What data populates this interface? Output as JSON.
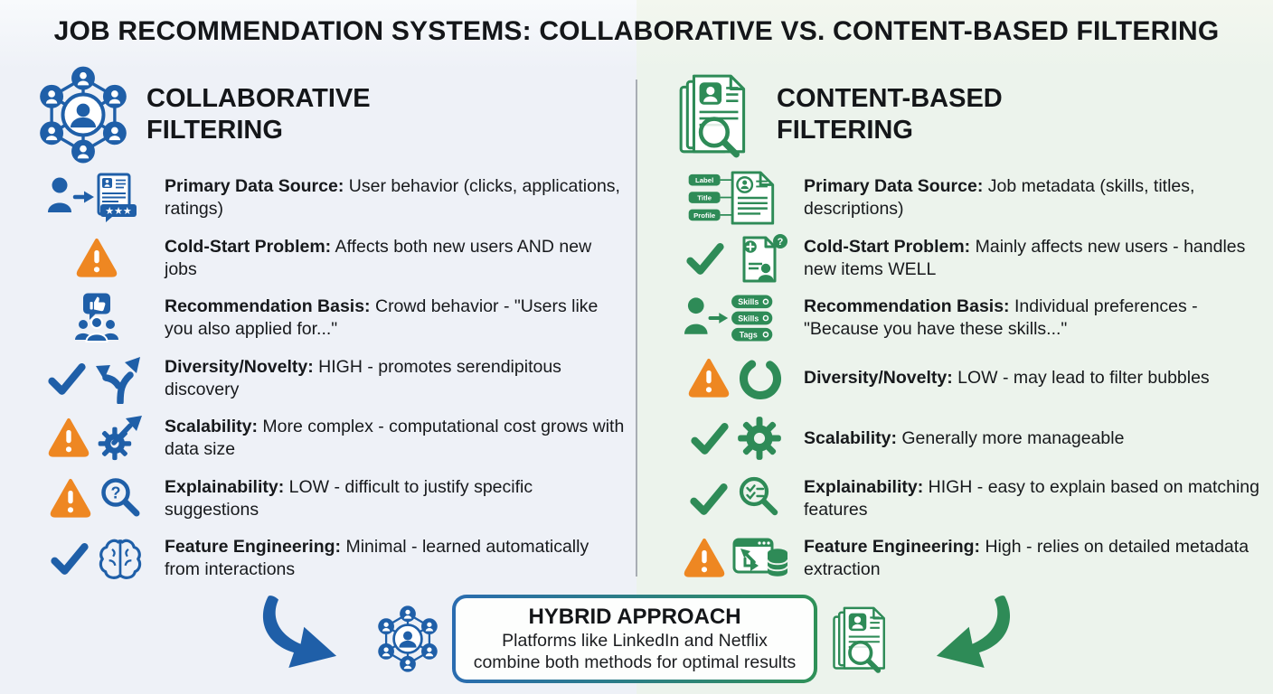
{
  "title": "JOB RECOMMENDATION SYSTEMS: COLLABORATIVE VS. CONTENT-BASED FILTERING",
  "colors": {
    "blue": "#1f5fa8",
    "green": "#2e8b57",
    "orange": "#ee8722",
    "left_bg": "#eef1f7",
    "right_bg": "#ecf3ec",
    "text": "#17191c",
    "gradient_left": "#2a6cb0",
    "gradient_right": "#2f9158"
  },
  "columns": [
    {
      "id": "collaborative",
      "title_line1": "COLLABORATIVE",
      "title_line2": "FILTERING",
      "header_icon": "network-people",
      "accent": "#1f5fa8",
      "rows": [
        {
          "label": "Primary Data Source:",
          "text": " User behavior (clicks, applications, ratings)",
          "icons": [
            "user-to-review-document"
          ]
        },
        {
          "label": "Cold-Start Problem:",
          "text": " Affects both new users AND new jobs",
          "icons": [
            "warning-triangle"
          ]
        },
        {
          "label": "Recommendation Basis:",
          "text": " Crowd behavior - \"Users like you also applied for...\"",
          "icons": [
            "crowd-thumbs-up"
          ]
        },
        {
          "label": "Diversity/Novelty:",
          "text": " HIGH - promotes serendipitous discovery",
          "icons": [
            "checkmark",
            "branching-arrows"
          ]
        },
        {
          "label": "Scalability:",
          "text": " More complex - computational cost grows with data size",
          "icons": [
            "warning-triangle",
            "gear-arrow"
          ]
        },
        {
          "label": "Explainability:",
          "text": " LOW - difficult to justify specific suggestions",
          "icons": [
            "warning-triangle",
            "magnifier-question"
          ]
        },
        {
          "label": "Feature Engineering:",
          "text": " Minimal - learned automatically from interactions",
          "icons": [
            "checkmark",
            "brain"
          ]
        }
      ]
    },
    {
      "id": "content-based",
      "title_line1": "CONTENT-BASED",
      "title_line2": "FILTERING",
      "header_icon": "documents-magnifier",
      "accent": "#2e8b57",
      "rows": [
        {
          "label": "Primary Data Source:",
          "text": " Job metadata (skills, titles, descriptions)",
          "icons": [
            "labeled-document"
          ]
        },
        {
          "label": "Cold-Start Problem:",
          "text": " Mainly affects new users - handles new items WELL",
          "icons": [
            "checkmark",
            "document-new-question"
          ]
        },
        {
          "label": "Recommendation Basis:",
          "text": " Individual preferences - \"Because you have these skills...\"",
          "icons": [
            "person-to-tags"
          ]
        },
        {
          "label": "Diversity/Novelty:",
          "text": " LOW - may lead to filter bubbles",
          "icons": [
            "warning-triangle",
            "loop-arrow"
          ]
        },
        {
          "label": "Scalability:",
          "text": " Generally more manageable",
          "icons": [
            "checkmark",
            "gear"
          ]
        },
        {
          "label": "Explainability:",
          "text": " HIGH - easy to explain based on matching features",
          "icons": [
            "checkmark",
            "magnifier-checklist"
          ]
        },
        {
          "label": "Feature Engineering:",
          "text": " High - relies on detailed metadata extraction",
          "icons": [
            "warning-triangle",
            "window-database"
          ]
        }
      ]
    }
  ],
  "icon_tags": {
    "document_tags": [
      "Label",
      "Title",
      "Profile"
    ],
    "skill_tags": [
      "Skills",
      "Skills",
      "Tags"
    ]
  },
  "bottom": {
    "arrow_left": "blue-curved-arrow",
    "left_icon": "network-people-small",
    "right_icon": "documents-magnifier-small",
    "arrow_right": "green-curved-arrow",
    "hybrid": {
      "title": "HYBRID APPROACH",
      "line1": "Platforms like LinkedIn and Netflix",
      "line2": "combine both methods for optimal results"
    }
  }
}
